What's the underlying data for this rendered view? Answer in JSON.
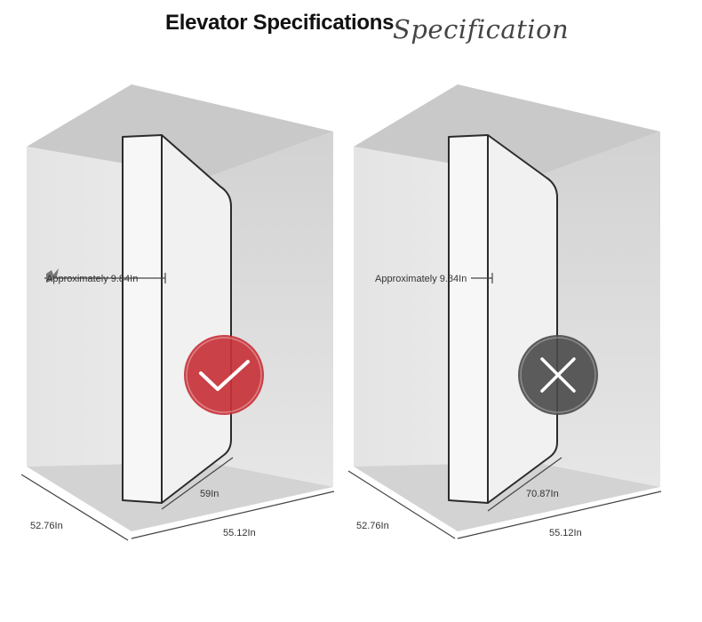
{
  "title": "Elevator Specifications",
  "title_script": "Specification",
  "panels": [
    {
      "status": "fits",
      "badge_icon": "check-icon",
      "badge_color": "#c8323a",
      "thickness_label": "Approximately 9.84In",
      "item_width_label": "59In",
      "depth_label": "52.76In",
      "width_label": "55.12In"
    },
    {
      "status": "does-not-fit",
      "badge_icon": "cross-icon",
      "badge_color": "#4a4a4a",
      "thickness_label": "Approximately 9.84In",
      "item_width_label": "70.87In",
      "depth_label": "52.76In",
      "width_label": "55.12In"
    }
  ]
}
